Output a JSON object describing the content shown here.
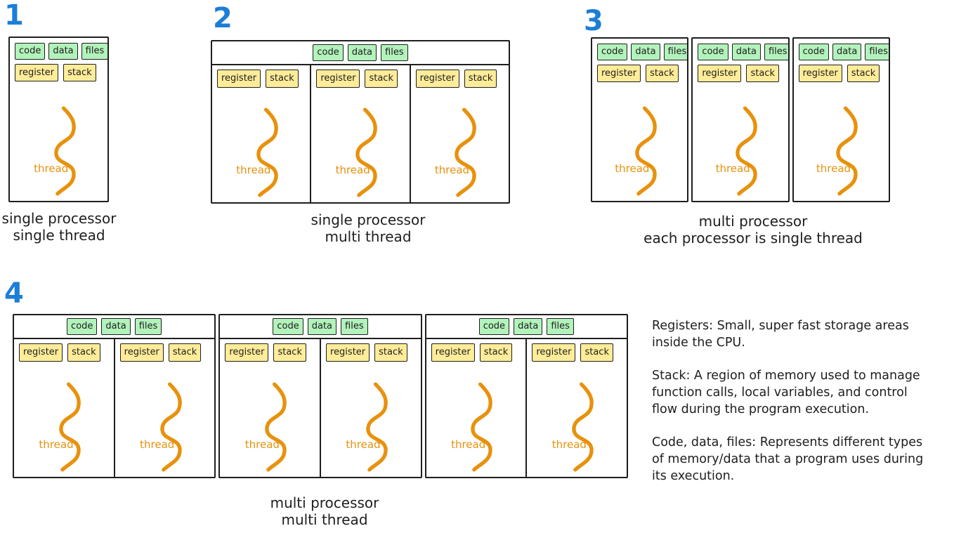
{
  "colors": {
    "number-blue": "#1c7ed6",
    "tag-green": "#b2f2bb",
    "tag-yellow": "#ffec99",
    "thread-orange": "#e8910c",
    "ink": "#1e1e1e"
  },
  "labels": {
    "code": "code",
    "data": "data",
    "files": "files",
    "register": "register",
    "stack": "stack",
    "thread": "thread"
  },
  "diagrams": [
    {
      "number": "1",
      "caption": [
        "single processor",
        "single thread"
      ]
    },
    {
      "number": "2",
      "caption": [
        "single processor",
        "multi thread"
      ]
    },
    {
      "number": "3",
      "caption": [
        "multi processor",
        "each processor is single thread"
      ]
    },
    {
      "number": "4",
      "caption": [
        "multi processor",
        "multi thread"
      ]
    }
  ],
  "notes": [
    {
      "lines": [
        "Registers: Small, super fast storage areas",
        "inside the CPU."
      ]
    },
    {
      "lines": [
        "Stack: A region of memory used to manage",
        "function calls, local variables, and control",
        "flow during the program execution."
      ]
    },
    {
      "lines": [
        "Code, data, files: Represents different types",
        "of memory/data that a program uses during",
        "its execution."
      ]
    }
  ]
}
